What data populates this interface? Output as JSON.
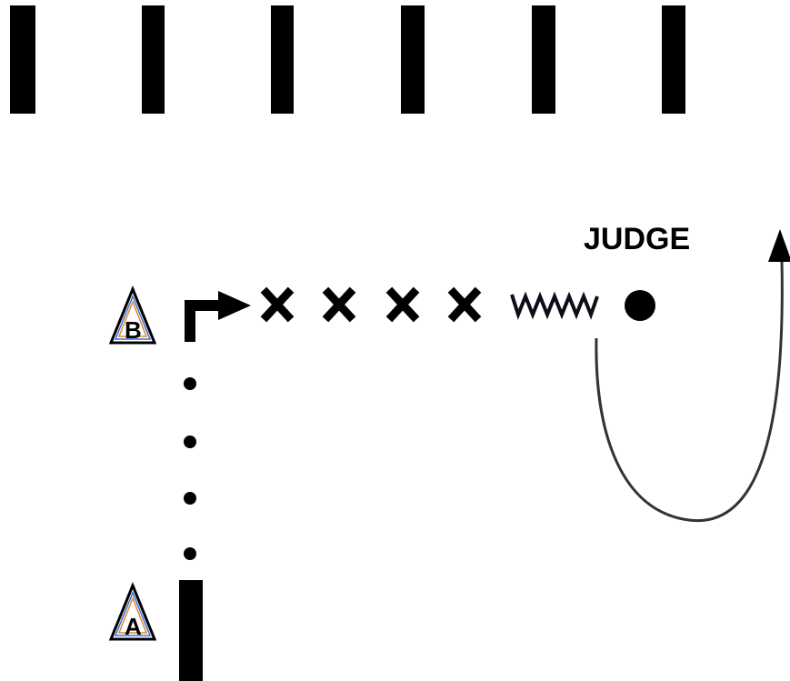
{
  "judge_label": "JUDGE",
  "cone_a_label": "A",
  "cone_b_label": "B",
  "icons": {
    "cone": "cone-icon",
    "arrow": "arrow-icon",
    "cross": "cross-icon",
    "zigzag": "zigzag-icon",
    "judge_marker": "judge-dot-icon",
    "curved_arrow": "curved-arrow-icon"
  },
  "colors": {
    "ink": "#000000",
    "background": "#ffffff",
    "cone_accent_blue": "#3a6fd8",
    "cone_accent_orange": "#e08a2a",
    "curve_stroke": "#333333"
  }
}
